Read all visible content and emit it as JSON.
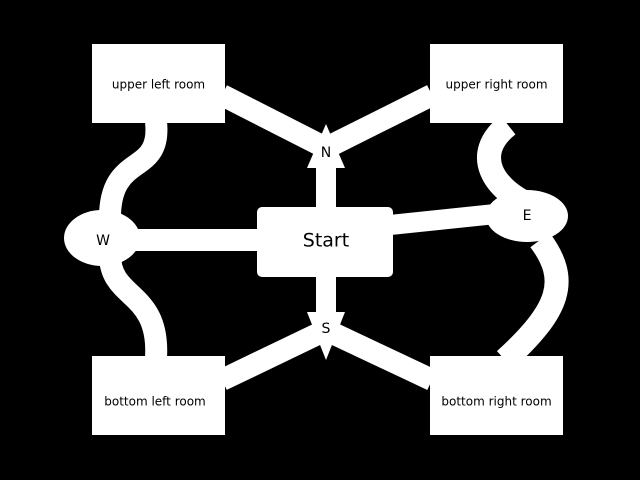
{
  "rooms": {
    "upper_left": "upper left room",
    "upper_right": "upper right room",
    "bottom_left": "bottom left room",
    "bottom_right": "bottom right room"
  },
  "start": "Start",
  "compass": {
    "north": "N",
    "south": "S",
    "west": "W",
    "east": "E"
  },
  "colors": {
    "background": "#000000",
    "shapes": "#ffffff",
    "text": "#000000"
  }
}
